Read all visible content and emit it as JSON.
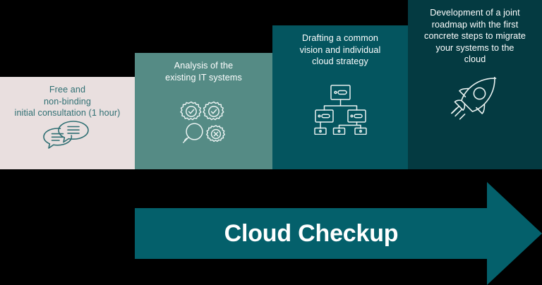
{
  "graphic": {
    "title": "Cloud Checkup process infographic",
    "background_color": "#000000"
  },
  "steps": [
    {
      "id": "step-1",
      "label": "Free and\nnon-binding\ninitial consultation (1 hour)",
      "icon": "speech-bubbles-icon",
      "background_color": "#E9DFDF",
      "text_color": "#2F6F73"
    },
    {
      "id": "step-2",
      "label": "Analysis of the\nexisting IT systems",
      "icon": "gears-magnifier-icon",
      "background_color": "#558B85",
      "text_color": "#FFFFFF"
    },
    {
      "id": "step-3",
      "label": "Drafting a common\nvision and individual\ncloud strategy",
      "icon": "org-chart-icon",
      "background_color": "#04555F",
      "text_color": "#FFFFFF"
    },
    {
      "id": "step-4",
      "label": "Development of a joint\nroadmap with the first\nconcrete steps to migrate\nyour systems to the\ncloud",
      "icon": "rocket-icon",
      "background_color": "#043A41",
      "text_color": "#FFFFFF"
    }
  ],
  "arrow": {
    "label": "Cloud Checkup",
    "color": "#04606B",
    "text_color": "#FFFFFF",
    "icon": "right-arrow-banner"
  }
}
